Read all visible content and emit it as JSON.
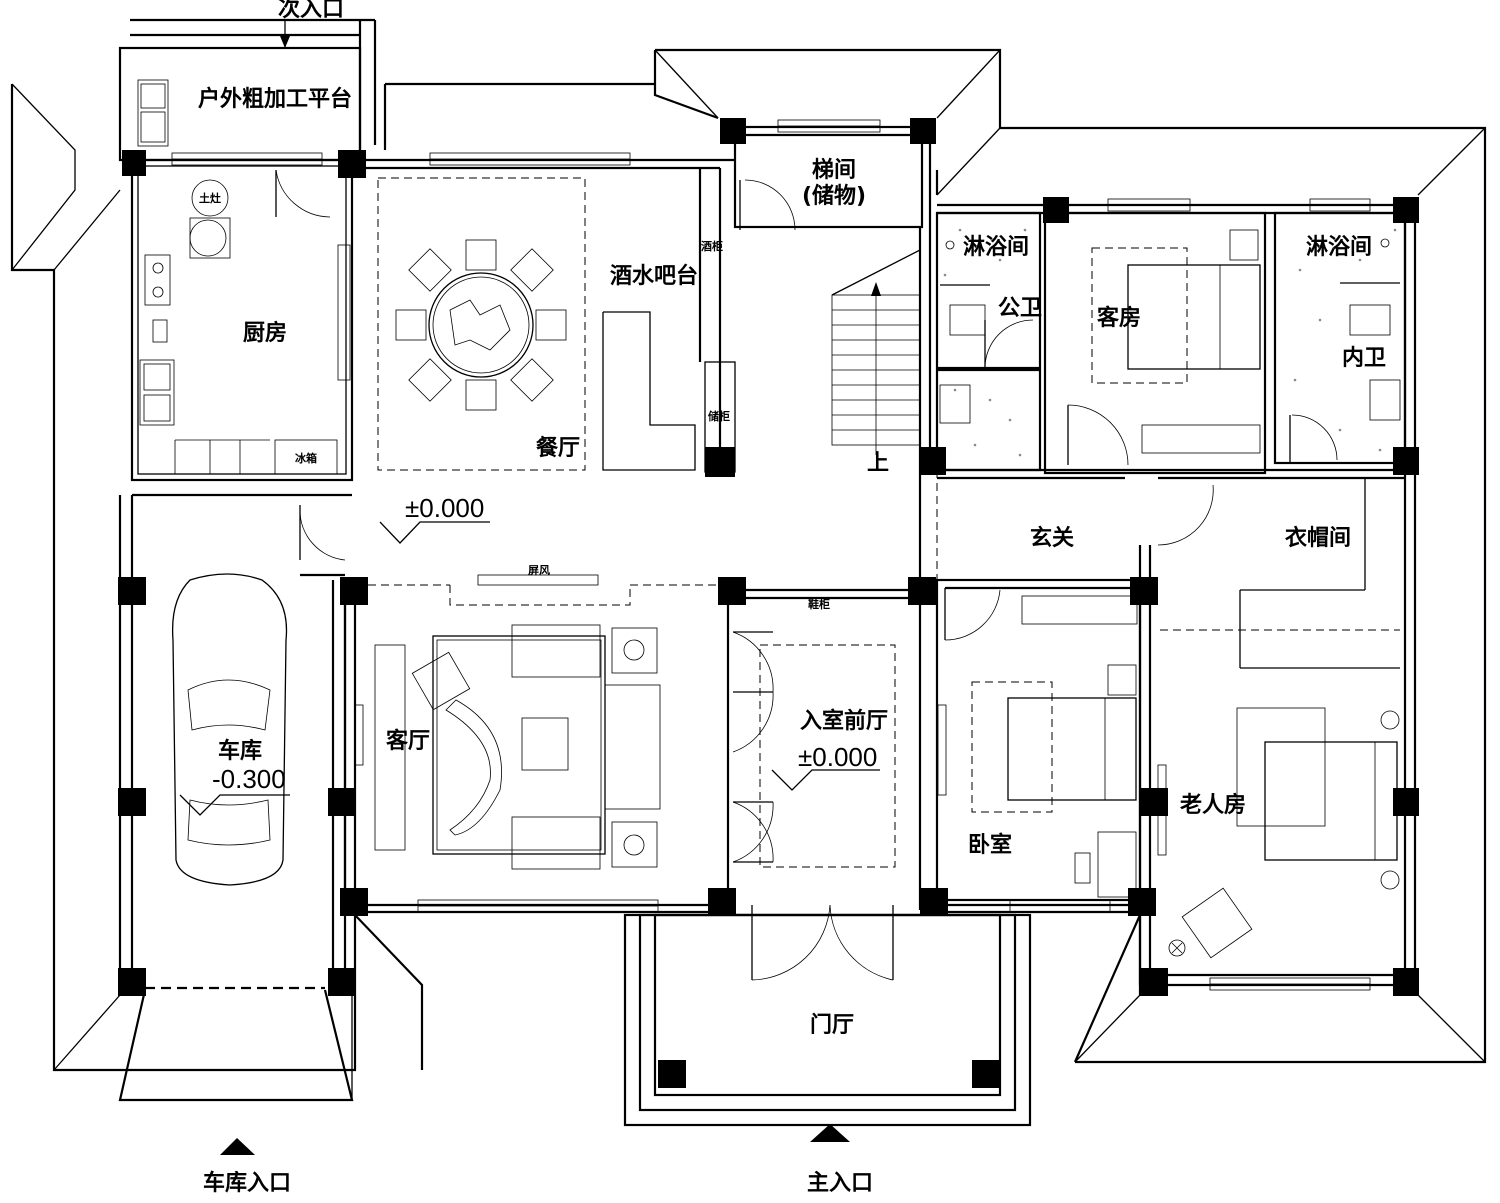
{
  "rooms": {
    "secondary_entrance": "次入口",
    "outdoor_platform": "户外粗加工平台",
    "kitchen": "厨房",
    "dining_room": "餐厅",
    "wine_bar": "酒水吧台",
    "stair_room": "梯间",
    "storage": "(储物)",
    "shower_1": "淋浴间",
    "public_bath": "公卫",
    "guest_room": "客房",
    "shower_2": "淋浴间",
    "ensuite_bath": "内卫",
    "foyer": "玄关",
    "cloakroom": "衣帽间",
    "living_room": "客厅",
    "entry_hall": "入室前厅",
    "bedroom": "卧室",
    "elder_room": "老人房",
    "garage": "车库",
    "porch": "门厅",
    "garage_entrance": "车库入口",
    "main_entrance": "主入口",
    "stair_up": "上"
  },
  "fixtures": {
    "stove": "土灶",
    "fridge": "冰箱",
    "wine_cabinet": "酒柜",
    "display_cabinet": "储柜",
    "screen": "屏风",
    "shoe_cabinet": "鞋柜"
  },
  "elevations": {
    "floor_main": "±0.000",
    "entry_hall": "±0.000",
    "garage": "-0.300"
  }
}
